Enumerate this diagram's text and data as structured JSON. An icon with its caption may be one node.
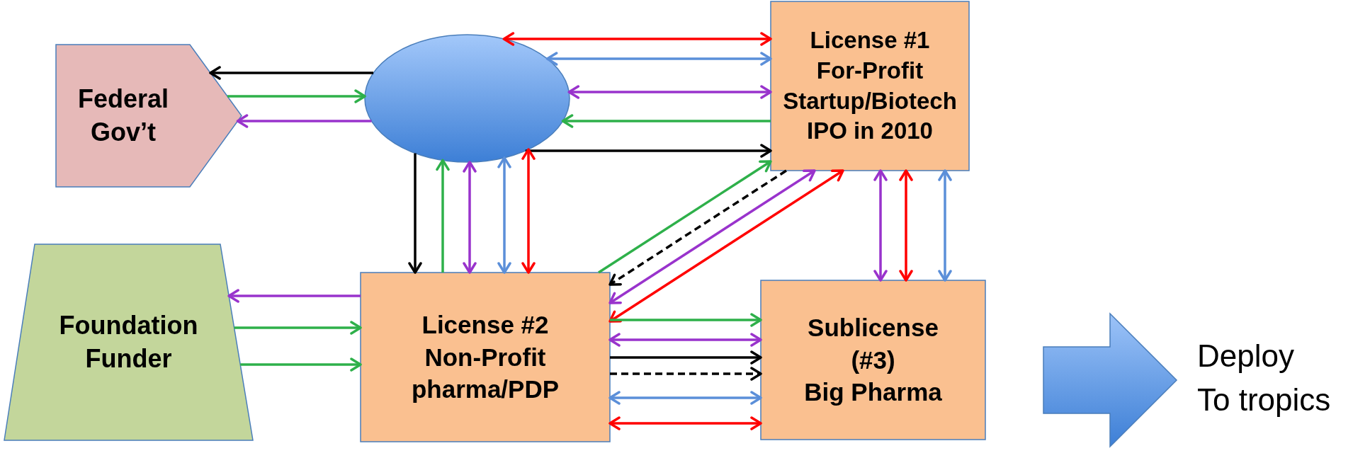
{
  "diagram": {
    "nodes": [
      {
        "text": [
          "Federal Gov’t"
        ]
      },
      {
        "text": [],
        "shape": "ellipse"
      },
      {
        "text": [
          "License #1",
          "For-Profit",
          "Startup/Biotech",
          "IPO in 2010"
        ]
      },
      {
        "text": [
          "Foundation Funder"
        ]
      },
      {
        "text": [
          "License #2",
          "Non-Profit",
          "pharma/PDP"
        ]
      },
      {
        "text": [
          "Sublicense",
          "(#3)",
          "Big Pharma"
        ]
      },
      {
        "text": [],
        "shape": "arrow",
        "beside": [
          "Deploy",
          "To tropics"
        ]
      }
    ],
    "edges": [
      {
        "from": 1,
        "to": 0,
        "arrow": "to",
        "color": "#000000"
      },
      {
        "from": 0,
        "to": 1,
        "arrow": "to",
        "color": "#2eb04a"
      },
      {
        "from": 1,
        "to": 0,
        "arrow": "to",
        "color": "#9933cc"
      },
      {
        "from": 1,
        "to": 2,
        "arrow": "both",
        "color": "#ff0000"
      },
      {
        "from": 1,
        "to": 2,
        "arrow": "both",
        "color": "#5b8fd9"
      },
      {
        "from": 1,
        "to": 2,
        "arrow": "both",
        "color": "#9933cc"
      },
      {
        "from": 2,
        "to": 1,
        "arrow": "to",
        "color": "#2eb04a"
      },
      {
        "from": 1,
        "to": 2,
        "arrow": "to",
        "color": "#000000"
      },
      {
        "from": 1,
        "to": 4,
        "arrow": "to",
        "color": "#000000"
      },
      {
        "from": 4,
        "to": 1,
        "arrow": "to",
        "color": "#2eb04a"
      },
      {
        "from": 1,
        "to": 4,
        "arrow": "both",
        "color": "#9933cc"
      },
      {
        "from": 1,
        "to": 4,
        "arrow": "both",
        "color": "#5b8fd9"
      },
      {
        "from": 1,
        "to": 4,
        "arrow": "both",
        "color": "#ff0000"
      },
      {
        "from": 4,
        "to": 2,
        "arrow": "to",
        "color": "#2eb04a"
      },
      {
        "from": 2,
        "to": 4,
        "arrow": "to",
        "style": "dashed",
        "color": "#000000"
      },
      {
        "from": 2,
        "to": 4,
        "arrow": "both",
        "color": "#9933cc"
      },
      {
        "from": 2,
        "to": 4,
        "arrow": "both",
        "color": "#ff0000"
      },
      {
        "from": 2,
        "to": 5,
        "arrow": "both",
        "color": "#9933cc"
      },
      {
        "from": 2,
        "to": 5,
        "arrow": "both",
        "color": "#ff0000"
      },
      {
        "from": 2,
        "to": 5,
        "arrow": "both",
        "color": "#5b8fd9"
      },
      {
        "from": 4,
        "to": 3,
        "arrow": "to",
        "color": "#9933cc"
      },
      {
        "from": 3,
        "to": 4,
        "arrow": "to",
        "color": "#2eb04a"
      },
      {
        "from": 3,
        "to": 4,
        "arrow": "to",
        "color": "#2eb04a"
      },
      {
        "from": 4,
        "to": 5,
        "arrow": "to",
        "color": "#2eb04a"
      },
      {
        "from": 4,
        "to": 5,
        "arrow": "both",
        "color": "#9933cc"
      },
      {
        "from": 4,
        "to": 5,
        "arrow": "to",
        "color": "#000000"
      },
      {
        "from": 4,
        "to": 5,
        "arrow": "to",
        "style": "dashed",
        "color": "#000000"
      },
      {
        "from": 4,
        "to": 5,
        "arrow": "both",
        "color": "#5b8fd9"
      },
      {
        "from": 4,
        "to": 5,
        "arrow": "both",
        "color": "#ff0000"
      }
    ]
  }
}
